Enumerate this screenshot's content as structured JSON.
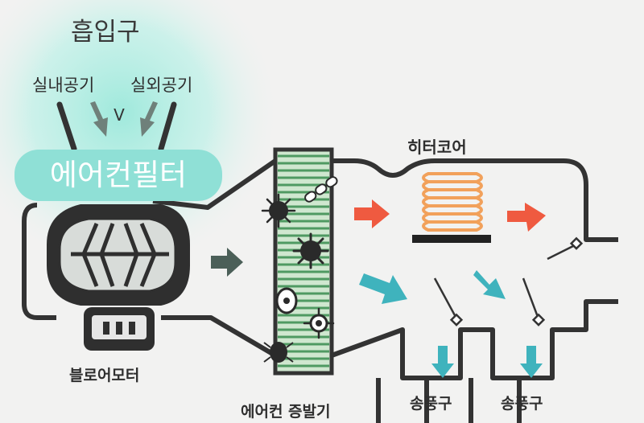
{
  "labels": {
    "intake": "흡입구",
    "indoor_air": "실내공기",
    "outdoor_air": "실외공기",
    "valve_mark": "V",
    "air_filter": "에어컨필터",
    "heater_core": "히터코어",
    "blower_motor": "블로어모터",
    "evaporator": "에어컨 증발기",
    "vent_1": "송풍구",
    "vent_2": "송풍구"
  },
  "colors": {
    "background": "#f2f2f1",
    "duct_outline": "#333333",
    "filter_badge": "#8fe0d6",
    "intake_glow": "#a8ece0",
    "evaporator_fill": "#cfe7cf",
    "evaporator_stripe": "#4f9a62",
    "hot_air_arrow": "#ef5a40",
    "cold_air_arrow": "#3fb3bd",
    "heater_coil": "#f2a15b",
    "gray_arrow": "#4b5f58"
  },
  "icons": [
    "blower-fan-icon",
    "blower-motor-icon",
    "germ-icon",
    "bacteria-icon",
    "mite-icon",
    "heater-coil-icon",
    "damper-flap-icon"
  ]
}
